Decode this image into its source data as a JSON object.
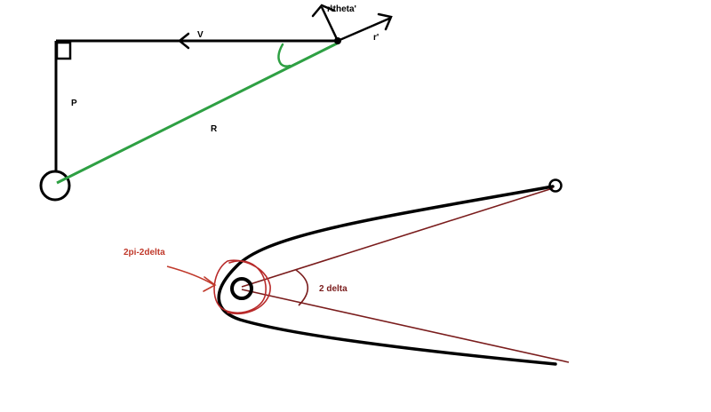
{
  "labels": {
    "velocity": "V",
    "theta_velocity": "r\\theta'",
    "radial_velocity": "r'",
    "impact_parameter": "P",
    "distance": "R",
    "deflection_total": "2pi-2delta",
    "deflection_half": "2 delta"
  },
  "colors": {
    "ink": "#000000",
    "green": "#2ea043",
    "dark_red": "#7a1c1c",
    "red": "#c0392b"
  }
}
